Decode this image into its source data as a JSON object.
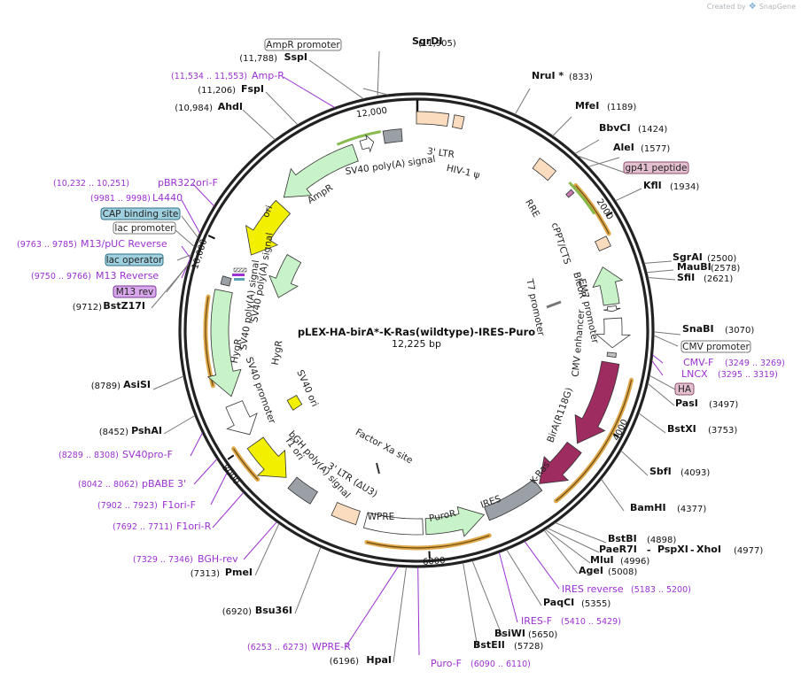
{
  "brand": {
    "prefix": "Created by",
    "name": "SnapGene"
  },
  "plasmid": {
    "name": "pLEX-HA-birA*-K-Ras(wildtype)-IRES-Puro",
    "size_label": "12,225 bp"
  },
  "ticks": [
    "2000",
    "4000",
    "6000",
    "8000",
    "10,000",
    "12,000"
  ],
  "colors": {
    "backbone": "#222222",
    "enzyme_line": "#777777",
    "primer": "#9b31d1",
    "orange_arrow": "#d99a2b",
    "green_arrow": "#7bb33a",
    "amp_fill": "#c8f2c8",
    "purple_fill": "#9e2c61",
    "ltr_fill": "#fbdcbe",
    "gray_fill": "#9aa0a6"
  },
  "enzymes": [
    {
      "name": "SgrDI",
      "pos": "(11,905)"
    },
    {
      "name": "NruI *",
      "pos": "(833)"
    },
    {
      "name": "MfeI",
      "pos": "(1189)"
    },
    {
      "name": "BbvCI",
      "pos": "(1424)"
    },
    {
      "name": "AleI",
      "pos": "(1577)"
    },
    {
      "name": "KflI",
      "pos": "(1934)"
    },
    {
      "name": "SgrAI",
      "pos": "(2500)"
    },
    {
      "name": "MauBI",
      "pos": "(2578)"
    },
    {
      "name": "SfiI",
      "pos": "(2621)"
    },
    {
      "name": "SnaBI",
      "pos": "(3070)"
    },
    {
      "name": "PasI",
      "pos": "(3497)"
    },
    {
      "name": "BstXI",
      "pos": "(3753)"
    },
    {
      "name": "SbfI",
      "pos": "(4093)"
    },
    {
      "name": "BamHI",
      "pos": "(4377)"
    },
    {
      "name": "BstBI",
      "pos": "(4898)"
    },
    {
      "name": "PaeR7I",
      "pos": ""
    },
    {
      "name": "PspXI",
      "pos": ""
    },
    {
      "name": "XhoI",
      "pos": "(4977)"
    },
    {
      "name": "MluI",
      "pos": "(4996)"
    },
    {
      "name": "AgeI",
      "pos": "(5008)"
    },
    {
      "name": "PaqCI",
      "pos": "(5355)"
    },
    {
      "name": "BsiWI",
      "pos": "(5650)"
    },
    {
      "name": "BstEII",
      "pos": "(5728)"
    },
    {
      "name": "HpaI",
      "pos": "(6196)"
    },
    {
      "name": "Bsu36I",
      "pos": "(6920)"
    },
    {
      "name": "PmeI",
      "pos": "(7313)"
    },
    {
      "name": "PshAI",
      "pos": "(8452)"
    },
    {
      "name": "AsiSI",
      "pos": "(8789)"
    },
    {
      "name": "BstZ17I",
      "pos": "(9712)"
    },
    {
      "name": "AhdI",
      "pos": "(10,984)"
    },
    {
      "name": "FspI",
      "pos": "(11,206)"
    },
    {
      "name": "SspI",
      "pos": "(11,788)"
    }
  ],
  "primers": [
    {
      "name": "Amp-R",
      "pos": "(11,534 .. 11,553)"
    },
    {
      "name": "pBR322ori-F",
      "pos": "(10,232 .. 10,251)"
    },
    {
      "name": "L4440",
      "pos": "(9981 .. 9998)"
    },
    {
      "name": "M13/pUC Reverse",
      "pos": "(9763 .. 9785)"
    },
    {
      "name": "M13 Reverse",
      "pos": "(9750 .. 9766)"
    },
    {
      "name": "CMV-F",
      "pos": "(3249 .. 3269)"
    },
    {
      "name": "LNCX",
      "pos": "(3295 .. 3319)"
    },
    {
      "name": "IRES reverse",
      "pos": "(5183 .. 5200)"
    },
    {
      "name": "IRES-F",
      "pos": "(5410 .. 5429)"
    },
    {
      "name": "Puro-F",
      "pos": "(6090 .. 6110)"
    },
    {
      "name": "WPRE-R",
      "pos": "(6253 .. 6273)"
    },
    {
      "name": "BGH-rev",
      "pos": "(7329 .. 7346)"
    },
    {
      "name": "F1ori-R",
      "pos": "(7692 .. 7711)"
    },
    {
      "name": "F1ori-F",
      "pos": "(7902 .. 7923)"
    },
    {
      "name": "pBABE 3'",
      "pos": "(8042 .. 8062)"
    },
    {
      "name": "SV40pro-F",
      "pos": "(8289 .. 8308)"
    }
  ],
  "boxed_labels": [
    {
      "name": "AmpR promoter",
      "style": "white"
    },
    {
      "name": "gp41 peptide",
      "style": "pink"
    },
    {
      "name": "CMV promoter",
      "style": "white"
    },
    {
      "name": "HA",
      "style": "pink"
    },
    {
      "name": "CAP binding site",
      "style": "teal"
    },
    {
      "name": "lac promoter",
      "style": "white"
    },
    {
      "name": "lac operator",
      "style": "teal"
    },
    {
      "name": "M13 rev",
      "style": "purple"
    }
  ],
  "features": [
    {
      "name": "3' LTR"
    },
    {
      "name": "HIV-1 ψ"
    },
    {
      "name": "RRE"
    },
    {
      "name": "cPPT/CTS"
    },
    {
      "name": "BleoR"
    },
    {
      "name": "EM7 promoter"
    },
    {
      "name": "T7 promoter"
    },
    {
      "name": "CMV enhancer"
    },
    {
      "name": "BirA(R118G)"
    },
    {
      "name": "K-Ras"
    },
    {
      "name": "IRES"
    },
    {
      "name": "PuroR"
    },
    {
      "name": "WPRE"
    },
    {
      "name": "3' LTR (ΔU3)"
    },
    {
      "name": "bGH poly(A) signal"
    },
    {
      "name": "f1 ori"
    },
    {
      "name": "Factor Xa site"
    },
    {
      "name": "SV40 promoter"
    },
    {
      "name": "HygR"
    },
    {
      "name": "HygR"
    },
    {
      "name": "SV40 ori"
    },
    {
      "name": "SV40 poly(A) signal"
    },
    {
      "name": "SV40 poly(A) signal"
    },
    {
      "name": "ori"
    },
    {
      "name": "AmpR"
    }
  ]
}
